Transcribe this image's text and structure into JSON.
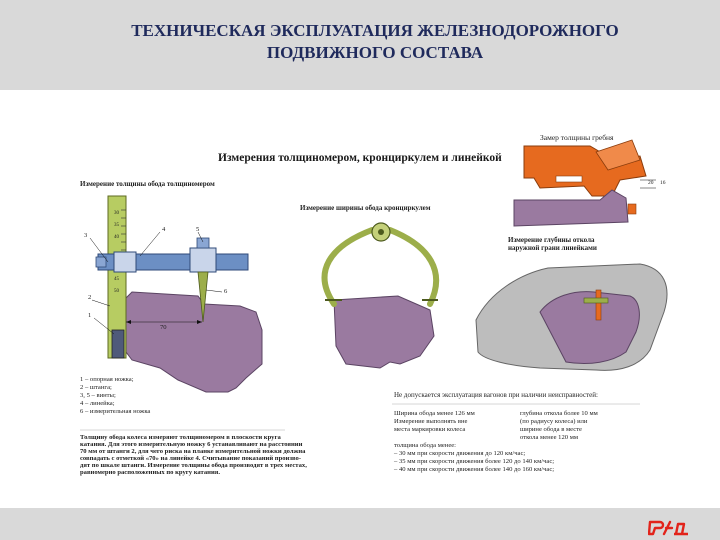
{
  "header": {
    "title_line1": "ТЕХНИЧЕСКАЯ ЭКСПЛУАТАЦИЯ ЖЕЛЕЗНОДОРОЖНОГО",
    "title_line2": "ПОДВИЖНОГО СОСТАВА"
  },
  "figure": {
    "main_heading": "Измерения толщиномером, кронциркулем и линейкой",
    "thickness_caption": "Измерение толщины обода толщиномером",
    "width_caption": "Измерение ширины обода кронциркулем",
    "chip_caption_line1": "Измерение глубины откола",
    "chip_caption_line2": "наружной грани линейками",
    "flange_caption": "Замер толщины гребня",
    "flange_dims": [
      "20",
      "16"
    ],
    "gauge_dimension": "70",
    "scale_marks": [
      "30",
      "35",
      "40",
      "45",
      "50"
    ],
    "part_numbers": [
      "1",
      "2",
      "3",
      "4",
      "5",
      "6"
    ],
    "legend": [
      "1 – опорная ножка;",
      "2 – штанга;",
      "3, 5 – винты;",
      "4 – линейка;",
      "6 – измерительная ножка"
    ],
    "paragraph": [
      "Толщину обода колеса измеряют толщиномером в плоскости круга",
      "катания. Для этого измерительную ножку 6 устанавливают на расстоянии",
      "70 мм от штанги 2, для чего риска на планке измерительной ножки должна",
      "совпадать с отметкой «70» на линейке 4. Считывание показаний произво-",
      "дят по шкале штанги. Измерение толщины обода производят в трех местах,",
      "равномерно расположенных по кругу катания."
    ],
    "faults_heading": "Не допускается эксплуатация вагонов при наличии неисправностей:",
    "faults_left": [
      "Ширина обода менее 126 мм",
      "Измерение выполнять вне",
      "места маркировки колеса"
    ],
    "faults_right": [
      "глубина откола более 10 мм",
      "(по радиусу колеса) или",
      "ширине обода в месте",
      "откола менее 120 мм"
    ],
    "thickness_heading": "толщина обода менее:",
    "thickness_items": [
      "– 30 мм при скорости движения до 120 км/час;",
      "– 35 мм при скорости движения более 120 до 140 км/час;",
      "– 40 мм при скорости движения более 140 до 160 км/час;"
    ]
  },
  "colors": {
    "header_bg": "#d9d9d9",
    "title": "#1f2a5c",
    "wheel": "#9a7aa0",
    "tool_blue": "#6c8fc4",
    "tool_green": "#9cae4a",
    "tool_orange": "#e66a1f",
    "logo_red": "#e2231a"
  }
}
